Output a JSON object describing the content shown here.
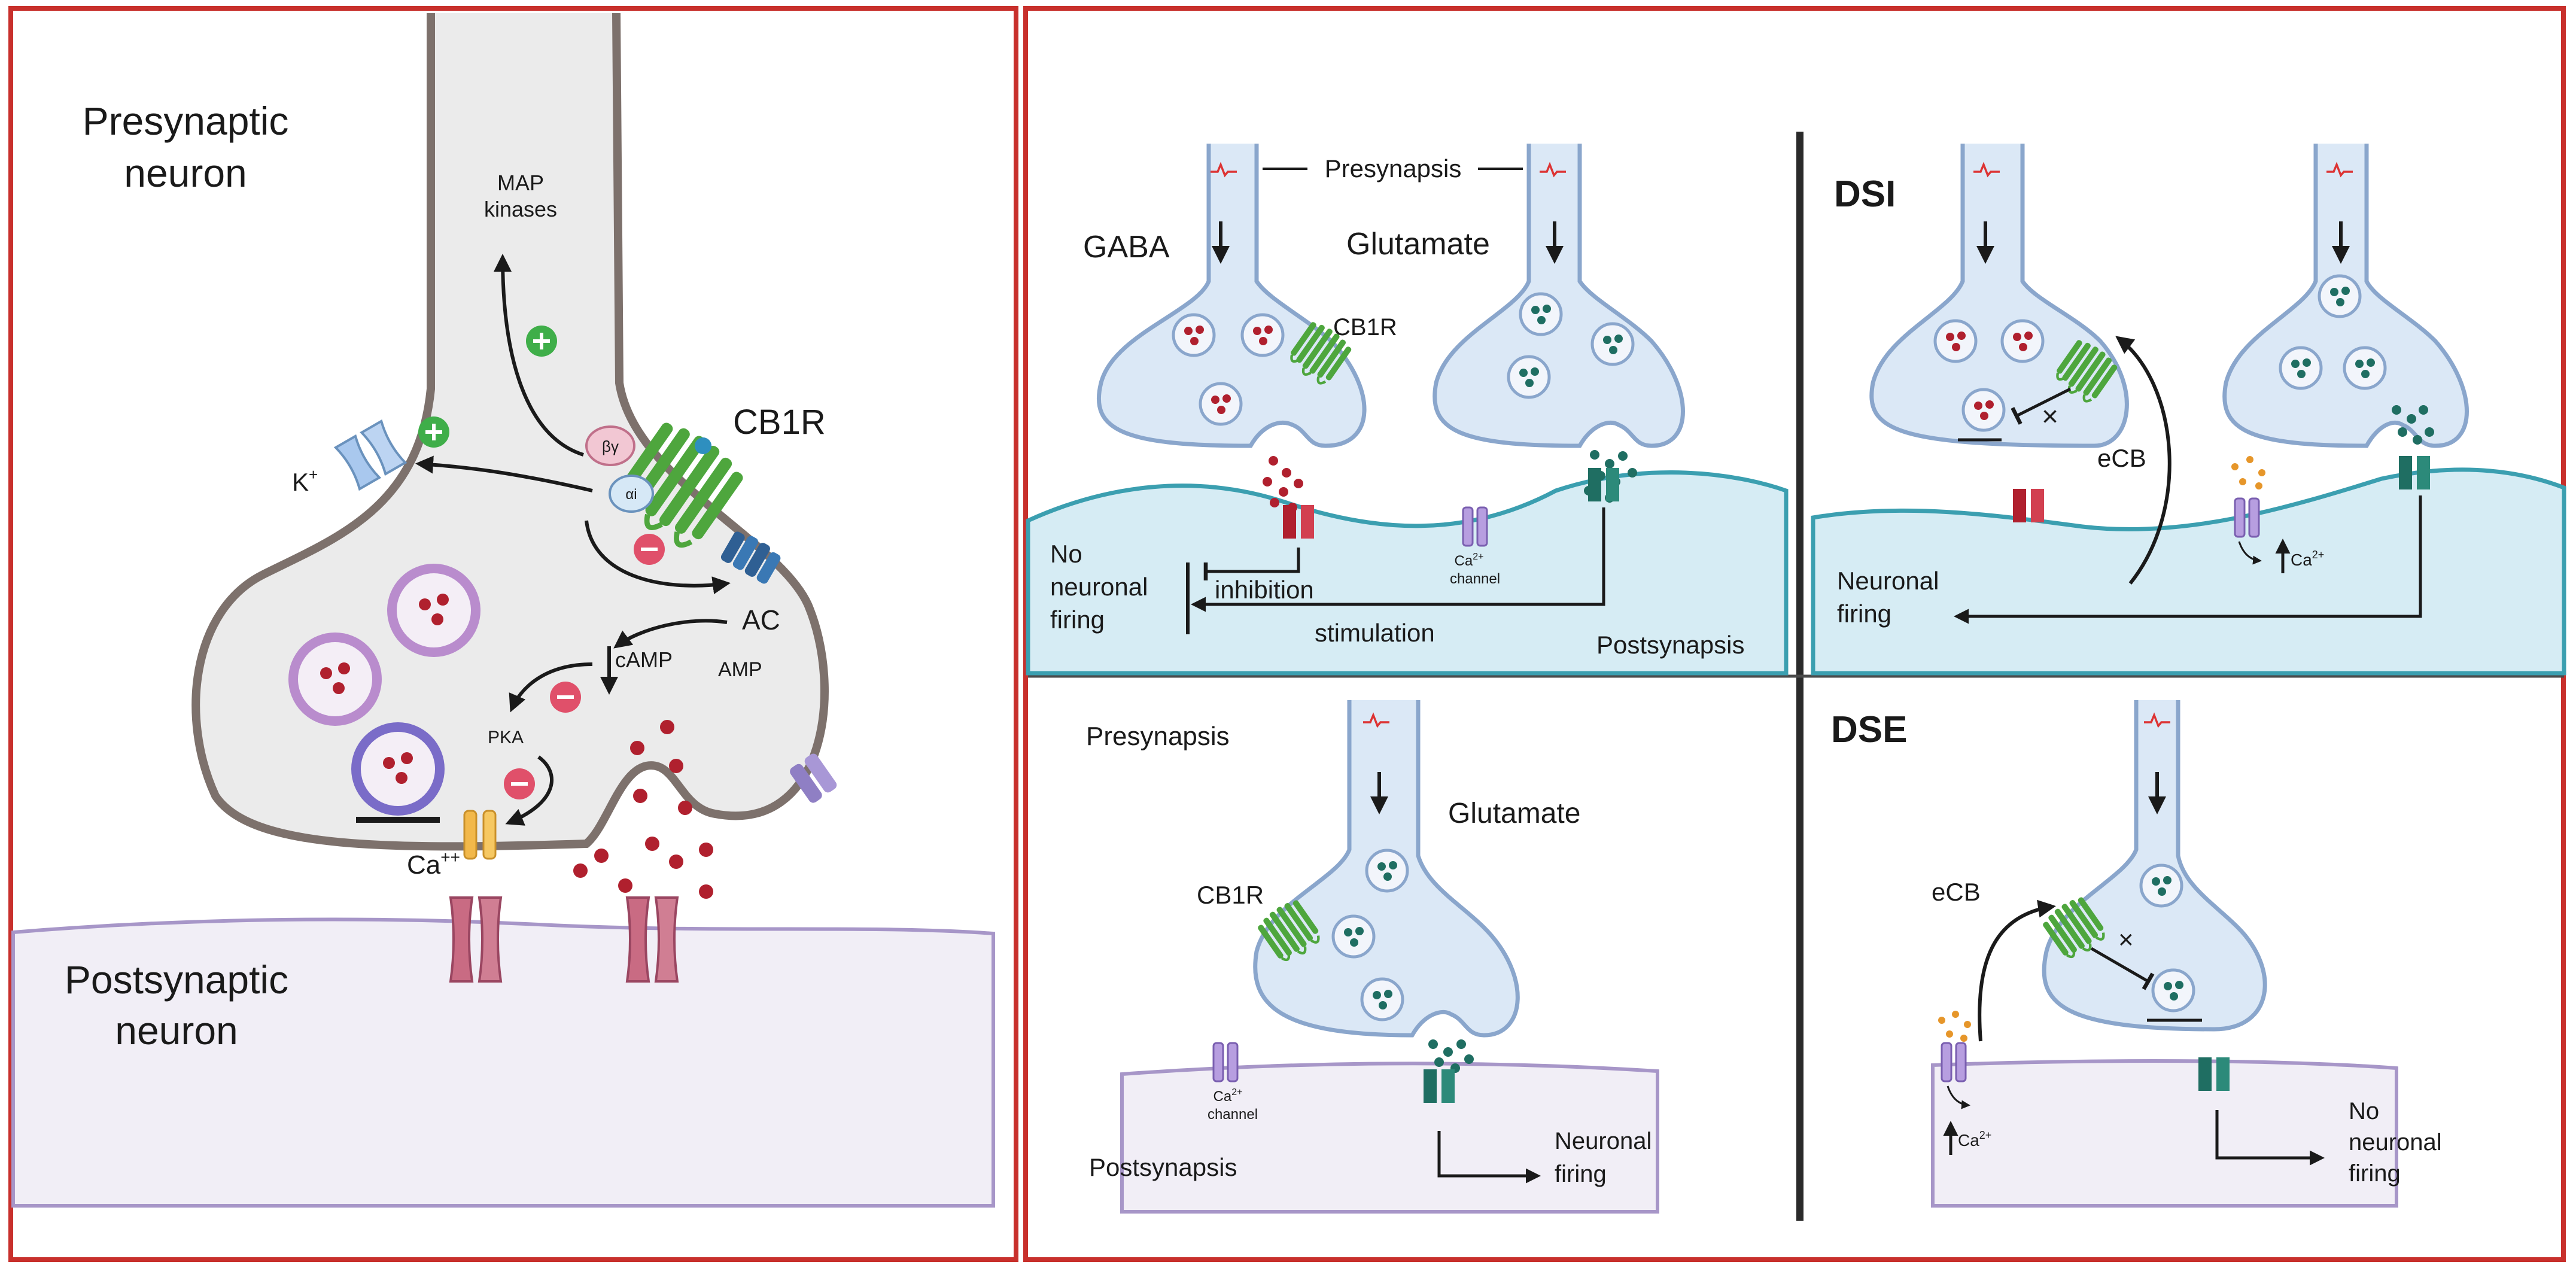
{
  "left_panel": {
    "presynaptic_label": [
      "Presynaptic",
      "neuron"
    ],
    "postsynaptic_label": [
      "Postsynaptic",
      "neuron"
    ],
    "map_kinases": [
      "MAP",
      "kinases"
    ],
    "cb1r": "CB1R",
    "k_ion": "K",
    "k_sup": "+",
    "ac": "AC",
    "camp": "cAMP",
    "amp": "AMP",
    "pka": "PKA",
    "ca_ion": "Ca",
    "ca_sup": "++",
    "beta_gamma": "βγ",
    "alpha_i": "αi"
  },
  "basic_panel": {
    "presynapsis": "Presynapsis",
    "gaba": "GABA",
    "glutamate": "Glutamate",
    "cb1r": "CB1R",
    "ca_channel": [
      "Ca",
      "2+",
      "channel"
    ],
    "no_firing": [
      "No",
      "neuronal",
      "firing"
    ],
    "inhibition": "inhibition",
    "stimulation": "stimulation",
    "postsynapsis": "Postsynapsis"
  },
  "dsi_panel": {
    "title": "DSI",
    "ecb": "eCB",
    "firing": [
      "Neuronal",
      "firing"
    ],
    "ca": "Ca",
    "ca_sup": "2+"
  },
  "bottom_left_panel": {
    "presynapsis": "Presynapsis",
    "glutamate": "Glutamate",
    "cb1r": "CB1R",
    "ca_channel": [
      "Ca",
      "2+",
      "channel"
    ],
    "postsynapsis": "Postsynapsis",
    "firing": [
      "Neuronal",
      "firing"
    ]
  },
  "dse_panel": {
    "title": "DSE",
    "ecb": "eCB",
    "ca": "Ca",
    "ca_sup": "2+",
    "no_firing": [
      "No",
      "neuronal",
      "firing"
    ]
  },
  "colors": {
    "frame_red": "#c8302c",
    "neuron_gray": "#ebebeb",
    "neuron_outline": "#7d716c",
    "post_purple": "#f1eef6",
    "post_purple_line": "#a796c8",
    "terminal_blue": "#dbe8f6",
    "terminal_outline": "#8aa6cc",
    "cleft_cyan": "#d6ecf4",
    "cleft_line": "#3b9fb0",
    "receptor_green": "#4ea63d",
    "gaba_red": "#b0202e",
    "glut_teal": "#1f6e62",
    "ca_purple": "#a48bd2",
    "plus_green": "#3fae49",
    "minus_pink": "#e0506a"
  }
}
